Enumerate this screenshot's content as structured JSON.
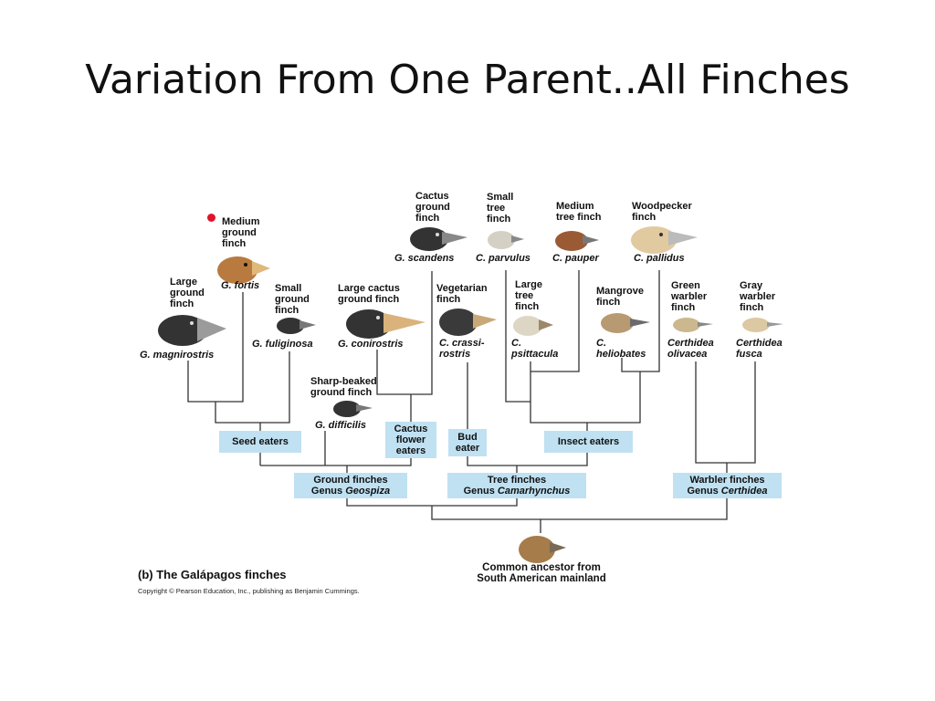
{
  "slide": {
    "title": "Variation From One Parent..All Finches"
  },
  "finches": {
    "medium_ground": {
      "common": "Medium\nground\nfinch",
      "scientific": "G. fortis"
    },
    "large_ground": {
      "common": "Large\nground\nfinch",
      "scientific": "G. magnirostris"
    },
    "small_ground": {
      "common": "Small\nground\nfinch",
      "scientific": "G. fuliginosa"
    },
    "large_cactus_ground": {
      "common": "Large cactus\nground finch",
      "scientific": "G. conirostris"
    },
    "sharp_beaked_ground": {
      "common": "Sharp-beaked\nground finch",
      "scientific": "G. difficilis"
    },
    "cactus_ground": {
      "common": "Cactus\nground\nfinch",
      "scientific": "G. scandens"
    },
    "vegetarian": {
      "common": "Vegetarian\nfinch",
      "scientific": "C. crassi-\nrostris"
    },
    "small_tree": {
      "common": "Small\ntree\nfinch",
      "scientific": "C. parvulus"
    },
    "large_tree": {
      "common": "Large\ntree\nfinch",
      "scientific": "C.\npsittacula"
    },
    "medium_tree": {
      "common": "Medium\ntree finch",
      "scientific": "C. pauper"
    },
    "mangrove": {
      "common": "Mangrove\nfinch",
      "scientific": "C.\nheliobates"
    },
    "woodpecker": {
      "common": "Woodpecker\nfinch",
      "scientific": "C. pallidus"
    },
    "green_warbler": {
      "common": "Green\nwarbler\nfinch",
      "scientific": "Certhidea\nolivacea"
    },
    "gray_warbler": {
      "common": "Gray\nwarbler\nfinch",
      "scientific": "Certhidea\nfusca"
    }
  },
  "diets": {
    "seed": "Seed eaters",
    "cactus_flower": "Cactus\nflower\neaters",
    "bud": "Bud\neater",
    "insect": "Insect eaters"
  },
  "groups": {
    "ground": {
      "line1": "Ground finches",
      "prefix": "Genus ",
      "genus": "Geospiza"
    },
    "tree": {
      "line1": "Tree finches",
      "prefix": "Genus ",
      "genus": "Camarhynchus"
    },
    "warbler": {
      "line1": "Warbler finches",
      "prefix": "Genus ",
      "genus": "Certhidea"
    }
  },
  "ancestor": {
    "label": "Common ancestor from\nSouth American mainland"
  },
  "figure": {
    "caption": "(b) The Galápagos finches",
    "copyright": "Copyright © Pearson Education, Inc., publishing as Benjamin Cummings."
  },
  "colors": {
    "box_fill": "#bfe1f2",
    "line": "#333333",
    "marker": "#e0142a"
  }
}
